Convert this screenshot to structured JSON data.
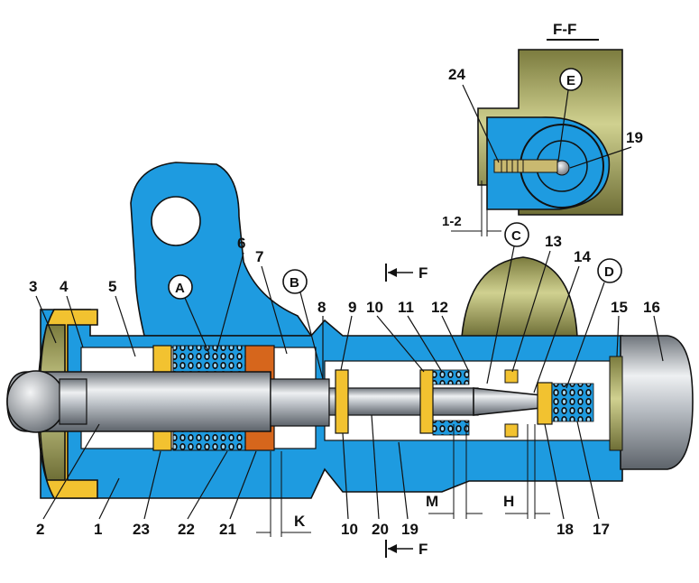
{
  "colors": {
    "body_blue": "#1e9be0",
    "body_blue_dark": "#1577b5",
    "olive": "#9a9a58",
    "olive_light": "#c7c88a",
    "steel": "#a8adb3",
    "steel_light": "#e6e8ea",
    "orange": "#d6661c",
    "yellow": "#f2c230",
    "white": "#ffffff",
    "outline": "#111111"
  },
  "section_view": {
    "title": "F-F",
    "zone_label": "E",
    "gap_label": "1-2"
  },
  "section_marks": {
    "top": "F",
    "bottom": "F"
  },
  "zone_labels": {
    "a": "A",
    "b": "B",
    "c": "C",
    "d": "D"
  },
  "gap_labels": {
    "k": "K",
    "m": "M",
    "h": "H"
  },
  "part_labels": {
    "p1": "1",
    "p2": "2",
    "p3": "3",
    "p4": "4",
    "p5": "5",
    "p6": "6",
    "p7": "7",
    "p8": "8",
    "p9": "9",
    "p10a": "10",
    "p10b": "10",
    "p11": "11",
    "p12": "12",
    "p13": "13",
    "p14": "14",
    "p15": "15",
    "p16": "16",
    "p17": "17",
    "p18": "18",
    "p19a": "19",
    "p19b": "19",
    "p20": "20",
    "p21": "21",
    "p22": "22",
    "p23": "23",
    "p24": "24"
  }
}
